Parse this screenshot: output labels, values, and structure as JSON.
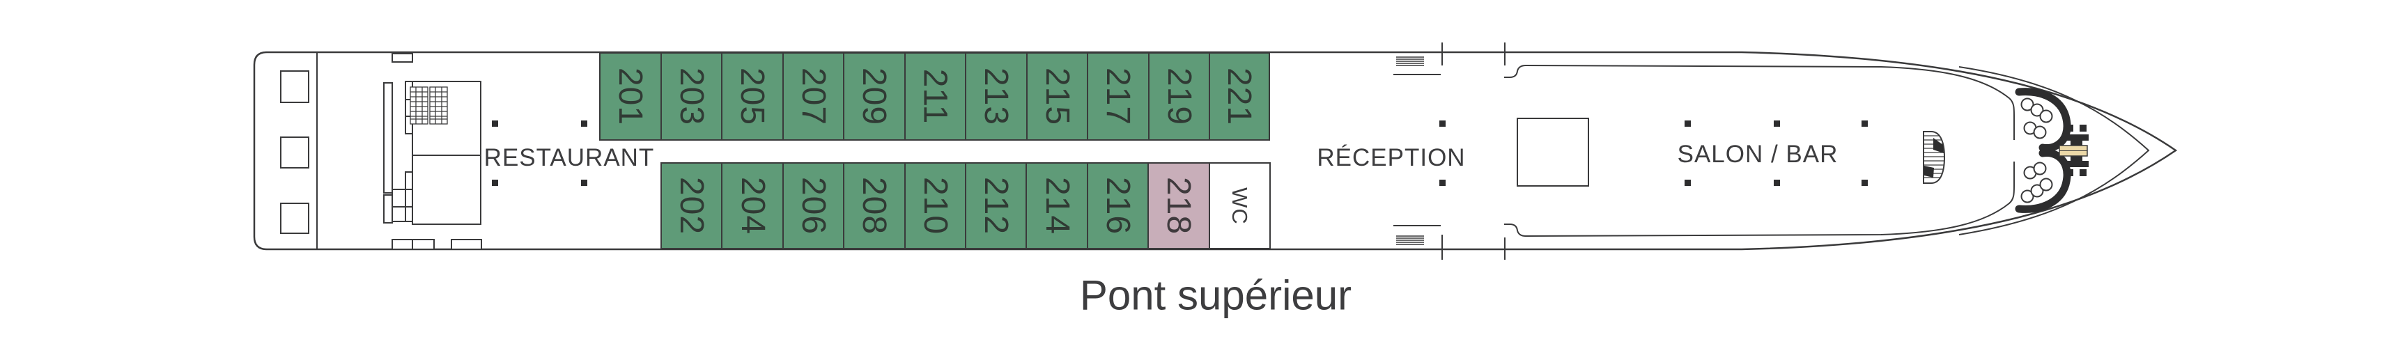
{
  "deck": {
    "title": "Pont supérieur"
  },
  "areas": {
    "restaurant": "RESTAURANT",
    "reception": "RÉCEPTION",
    "salon_bar": "SALON / BAR",
    "wc": "WC"
  },
  "cabins": {
    "top": [
      {
        "number": "201",
        "color": "green"
      },
      {
        "number": "203",
        "color": "green"
      },
      {
        "number": "205",
        "color": "green"
      },
      {
        "number": "207",
        "color": "green"
      },
      {
        "number": "209",
        "color": "green"
      },
      {
        "number": "211",
        "color": "green"
      },
      {
        "number": "213",
        "color": "green"
      },
      {
        "number": "215",
        "color": "green"
      },
      {
        "number": "217",
        "color": "green"
      },
      {
        "number": "219",
        "color": "green"
      },
      {
        "number": "221",
        "color": "green"
      }
    ],
    "bottom": [
      {
        "number": "202",
        "color": "green"
      },
      {
        "number": "204",
        "color": "green"
      },
      {
        "number": "206",
        "color": "green"
      },
      {
        "number": "208",
        "color": "green"
      },
      {
        "number": "210",
        "color": "green"
      },
      {
        "number": "212",
        "color": "green"
      },
      {
        "number": "214",
        "color": "green"
      },
      {
        "number": "216",
        "color": "green"
      },
      {
        "number": "218",
        "color": "pink"
      }
    ]
  },
  "colors": {
    "cabin-green": "#5f9b78",
    "cabin-pink": "#c8aeb9",
    "line": "#3a3a3b",
    "text": "#3d3d3f",
    "capstan-tan": "#ecd9a8",
    "seat-black": "#2d2d2e"
  },
  "icons": {
    "stairs": "stairs-icon",
    "elevator": "elevator-shaft-icon",
    "spiral_staircase": "spiral-staircase-icon",
    "bow_seating": "bow-seating-icon",
    "capstan": "capstan-icon",
    "pillar": "pillar-dot-icon",
    "window": "window-icon",
    "door": "door-icon",
    "galley": "galley-block-icon",
    "bulkhead": "bulkhead-tick-icon"
  }
}
